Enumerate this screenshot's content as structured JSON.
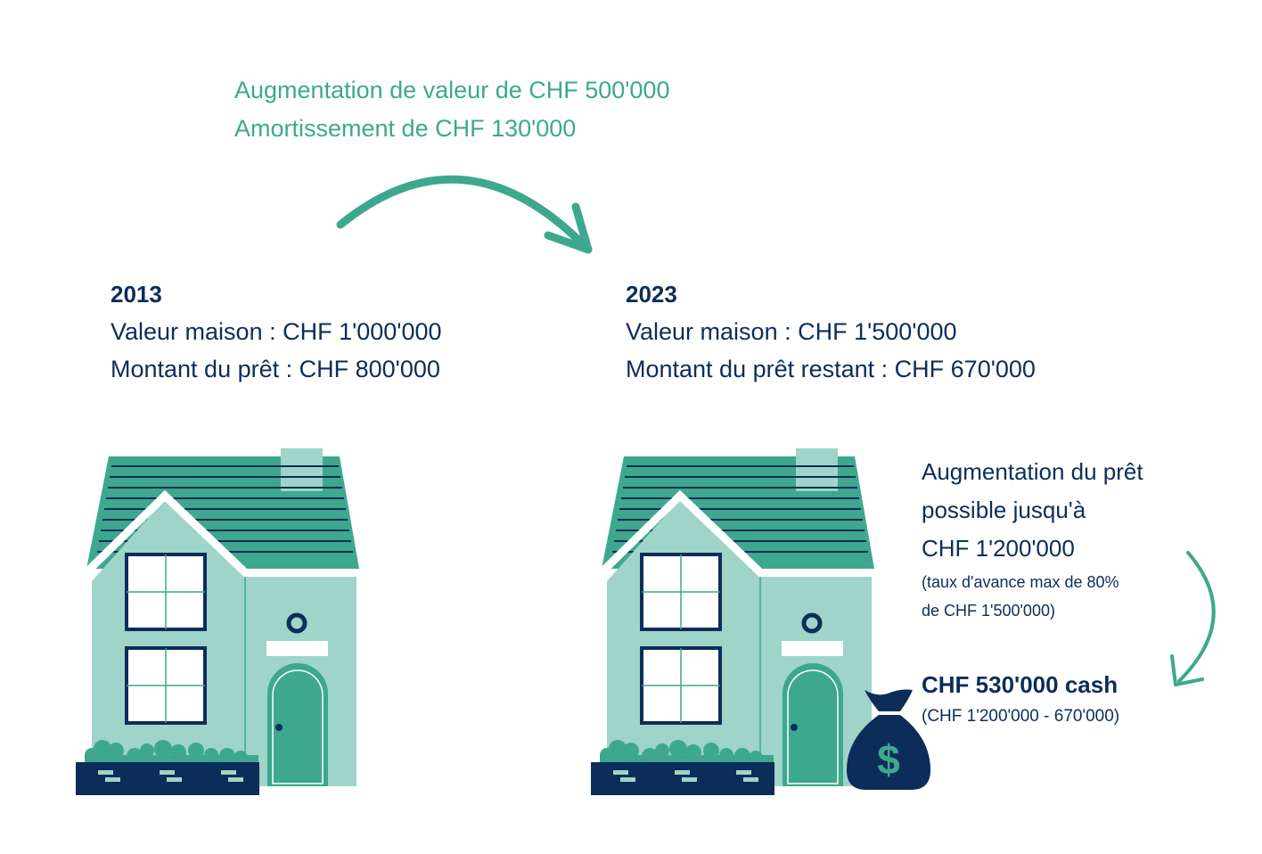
{
  "header": {
    "line1": "Augmentation de valeur de CHF 500'000",
    "line2": "Amortissement de CHF 130'000"
  },
  "left": {
    "year": "2013",
    "value_line": "Valeur maison :  CHF 1'000'000",
    "loan_line": "Montant du prêt : CHF 800'000"
  },
  "right": {
    "year": "2023",
    "value_line": "Valeur maison :  CHF 1'500'000",
    "loan_line": "Montant du prêt restant : CHF 670'000"
  },
  "side": {
    "line1": "Augmentation du prêt",
    "line2": "possible jusqu'à",
    "line3": "CHF 1'200'000",
    "note1": "(taux d'avance max de 80%",
    "note2": "de CHF 1'500'000)"
  },
  "cash": {
    "title": "CHF 530'000 cash",
    "detail": "(CHF 1'200'000 - 670'000)"
  },
  "icons": {
    "house": "house-icon",
    "money_bag": "money-bag-icon",
    "arrow": "curved-arrow-icon"
  },
  "colors": {
    "green": "#3da88e",
    "light_green": "#9fd4c8",
    "navy": "#0c2d5a",
    "white": "#ffffff"
  }
}
